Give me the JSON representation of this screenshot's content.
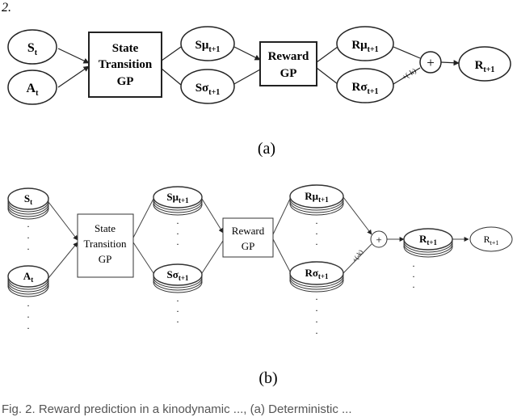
{
  "top_fragment": "2.",
  "panel_a": {
    "inputs": [
      {
        "main": "S",
        "sub": "t"
      },
      {
        "main": "A",
        "sub": "t"
      }
    ],
    "state_gp": [
      "State",
      "Transition",
      "GP"
    ],
    "state_outputs": [
      {
        "main": "Sμ",
        "sub": "t+1"
      },
      {
        "main": "Sσ",
        "sub": "t+1"
      }
    ],
    "reward_gp": [
      "Reward",
      "GP"
    ],
    "reward_outputs": [
      {
        "main": "Rμ",
        "sub": "t+1"
      },
      {
        "main": "Rσ",
        "sub": "t+1"
      }
    ],
    "plus": "+",
    "pm_label": "+(-k)",
    "result": {
      "main": "R",
      "sub": "t+1"
    },
    "label": "(a)"
  },
  "panel_b": {
    "inputs": [
      {
        "main": "S",
        "sub": "t"
      },
      {
        "main": "A",
        "sub": "t"
      }
    ],
    "state_gp": [
      "State",
      "Transition",
      "GP"
    ],
    "state_outputs": [
      {
        "main": "Sμ",
        "sub": "t+1"
      },
      {
        "main": "Sσ",
        "sub": "t+1"
      }
    ],
    "reward_gp": [
      "Reward",
      "GP"
    ],
    "reward_outputs": [
      {
        "main": "Rμ",
        "sub": "t+1"
      },
      {
        "main": "Rσ",
        "sub": "t+1"
      }
    ],
    "plus": "+",
    "pm_label": "+(-k)",
    "stack_result": {
      "main": "R",
      "sub": "t+1"
    },
    "result": {
      "main": "R",
      "sub": "t+1"
    },
    "label": "(b)"
  },
  "caption": "Fig. 2. Reward prediction in a kinodynamic ..., (a) Deterministic ..."
}
